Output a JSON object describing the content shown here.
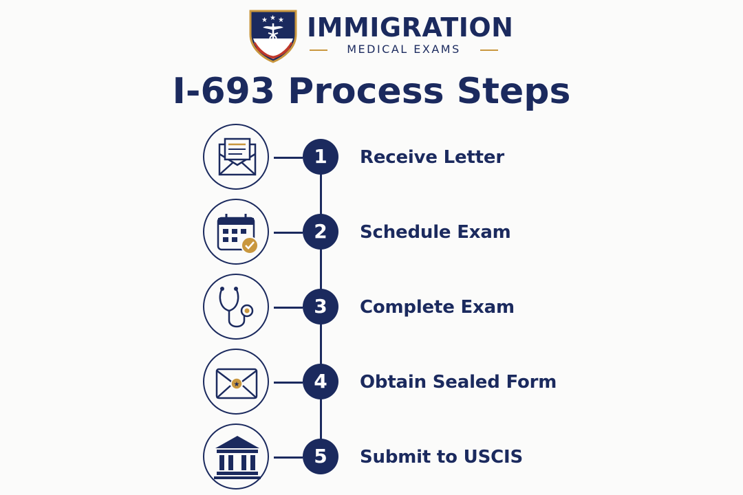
{
  "brand": {
    "name": "IMMIGRATION",
    "subtitle": "MEDICAL EXAMS"
  },
  "title": "I-693 Process Steps",
  "colors": {
    "navy": "#1b2a5e",
    "gold": "#c9973e",
    "red": "#c0392b",
    "background": "#fbfbfa"
  },
  "steps": [
    {
      "number": "1",
      "label": "Receive Letter",
      "icon": "envelope-letter-icon"
    },
    {
      "number": "2",
      "label": "Schedule Exam",
      "icon": "calendar-check-icon"
    },
    {
      "number": "3",
      "label": "Complete Exam",
      "icon": "stethoscope-icon"
    },
    {
      "number": "4",
      "label": "Obtain Sealed Form",
      "icon": "sealed-envelope-icon"
    },
    {
      "number": "5",
      "label": "Submit to USCIS",
      "icon": "government-building-icon"
    }
  ]
}
